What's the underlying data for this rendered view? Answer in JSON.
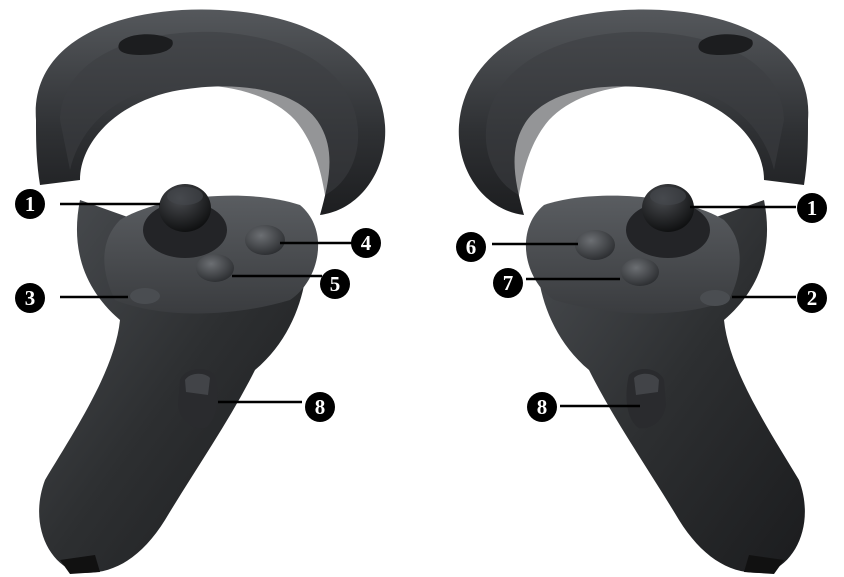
{
  "image": {
    "subject": "Pair of VR motion controllers with numbered callouts",
    "colors": {
      "body": "#2d2f31",
      "body_dark": "#1d1e20",
      "highlight": "#55585c",
      "callout": "#000000",
      "callout_text": "#ffffff"
    }
  },
  "left_controller": {
    "callouts": [
      {
        "id": "1",
        "label": "1",
        "target": "thumbstick"
      },
      {
        "id": "3",
        "label": "3",
        "target": "menu-button"
      },
      {
        "id": "4",
        "label": "4",
        "target": "upper-face-button"
      },
      {
        "id": "5",
        "label": "5",
        "target": "lower-face-button"
      },
      {
        "id": "8",
        "label": "8",
        "target": "grip-button"
      }
    ]
  },
  "right_controller": {
    "callouts": [
      {
        "id": "1",
        "label": "1",
        "target": "thumbstick"
      },
      {
        "id": "2",
        "label": "2",
        "target": "system-button"
      },
      {
        "id": "6",
        "label": "6",
        "target": "upper-face-button"
      },
      {
        "id": "7",
        "label": "7",
        "target": "lower-face-button"
      },
      {
        "id": "8",
        "label": "8",
        "target": "grip-button"
      }
    ]
  }
}
